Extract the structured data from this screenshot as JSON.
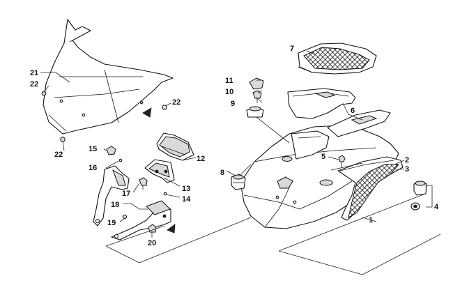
{
  "callouts": {
    "c1": "1",
    "c2": "2",
    "c3": "3",
    "c4": "4",
    "c5": "5",
    "c6": "6",
    "c7": "7",
    "c8": "8",
    "c9": "9",
    "c10": "10",
    "c11": "11",
    "c12": "12",
    "c13": "13",
    "c14": "14",
    "c15": "15",
    "c16": "16",
    "c17": "17",
    "c18": "18",
    "c19": "19",
    "c20": "20",
    "c21": "21",
    "c22a": "22",
    "c22b": "22",
    "c22c": "22"
  },
  "colors": {
    "line": "#111111",
    "shade": "#d9d9d9",
    "mesh": "#222222"
  },
  "icons": {
    "direction_arrow": "triangle-arrow-icon",
    "fastener": "screw-icon"
  }
}
